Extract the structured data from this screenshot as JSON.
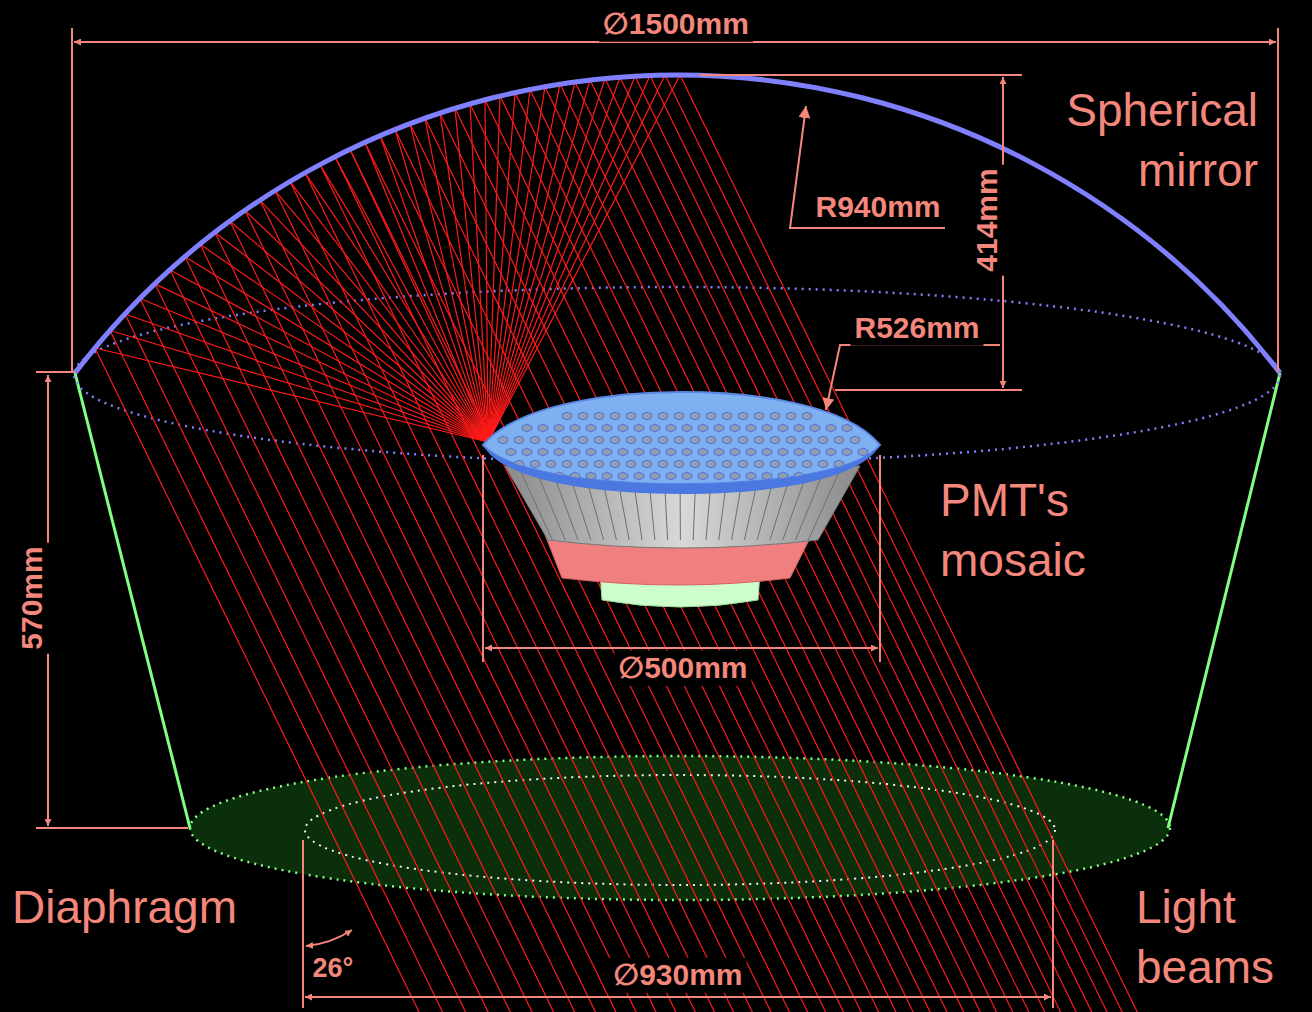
{
  "diagram": {
    "labels": [
      "∅1500mm",
      "Spherical mirror",
      "R940mm",
      "414mm",
      "R526mm",
      "PMT's mosaic",
      "570mm",
      "∅500mm",
      "Diaphragm",
      "26°",
      "∅930mm",
      "Light beams"
    ]
  }
}
